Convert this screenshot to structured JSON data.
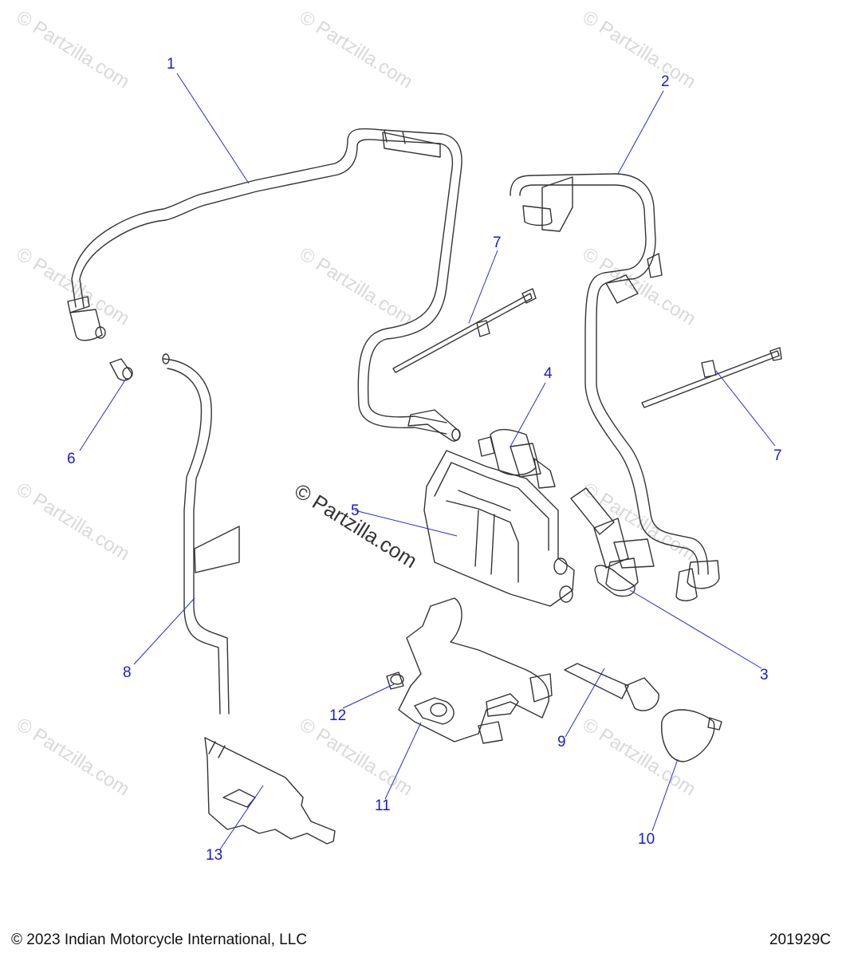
{
  "watermark": {
    "text": "© Partzilla.com",
    "center_text": "© Partzilla.com"
  },
  "callouts": [
    "1",
    "2",
    "3",
    "4",
    "5",
    "6",
    "7",
    "7",
    "8",
    "9",
    "10",
    "11",
    "12",
    "13"
  ],
  "footer": {
    "copyright": "© 2023 Indian Motorcycle International, LLC",
    "part_code": "201929C"
  },
  "colors": {
    "leader": "#2a2ad8",
    "callout_text": "#1a1ad6",
    "line_art": "#333333",
    "watermark": "#d9d9d9"
  }
}
